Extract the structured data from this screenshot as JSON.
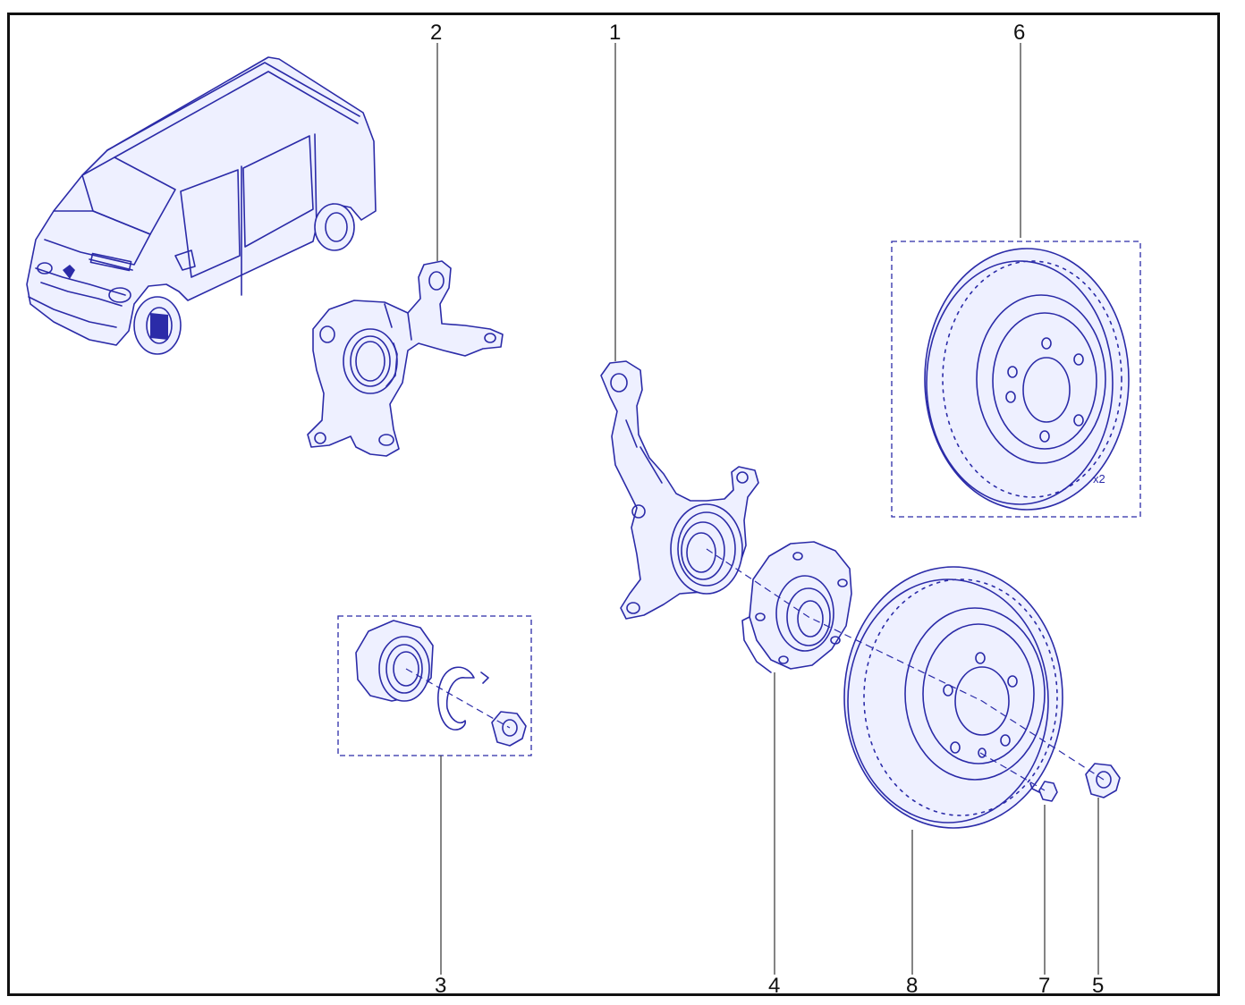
{
  "callouts": {
    "c1": "1",
    "c2": "2",
    "c3": "3",
    "c4": "4",
    "c5": "5",
    "c6": "6",
    "c7": "7",
    "c8": "8"
  },
  "kit_quantity": "x2",
  "colors": {
    "ink": "#2b2ba8",
    "frame": "#111111"
  }
}
